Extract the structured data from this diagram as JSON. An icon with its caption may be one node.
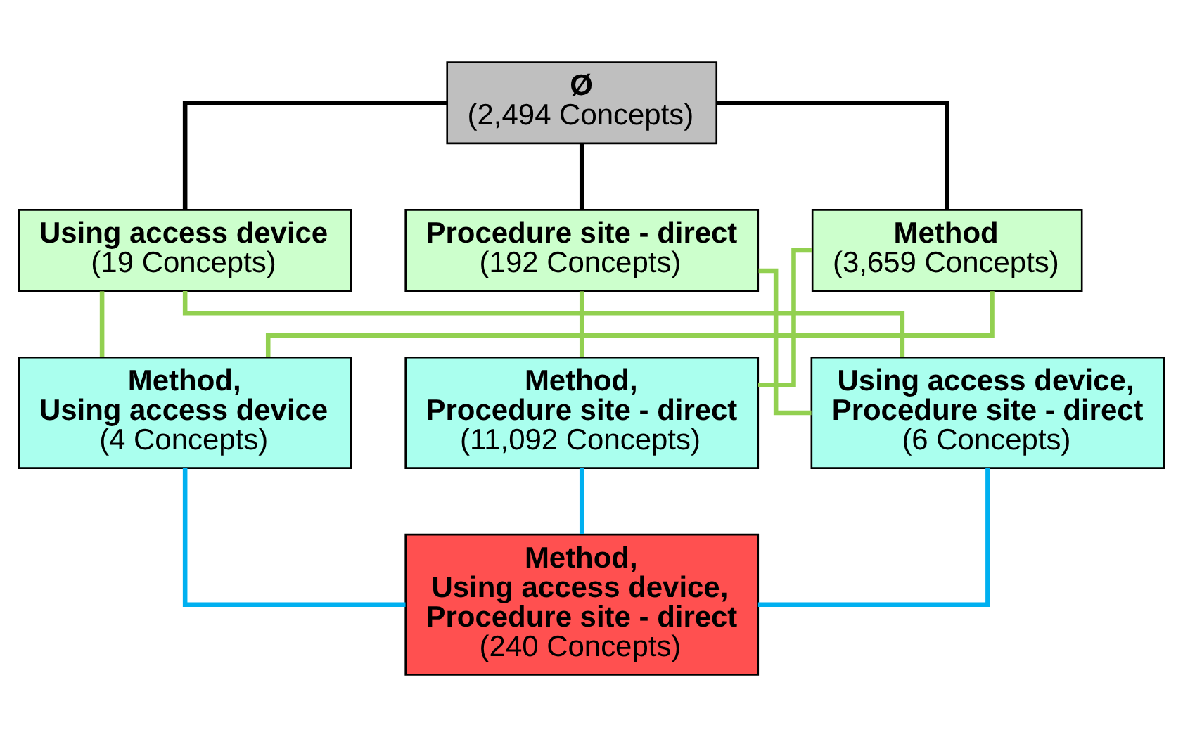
{
  "diagram": {
    "nodes": [
      {
        "text": [
          "Ø",
          "(2,494 Concepts)"
        ]
      },
      {
        "text": [
          "Using access device",
          "(19 Concepts)"
        ]
      },
      {
        "text": [
          "Procedure site - direct",
          "(192 Concepts)"
        ]
      },
      {
        "text": [
          "Method",
          "(3,659 Concepts)"
        ]
      },
      {
        "text": [
          "Method, Using access device",
          "(4 Concepts)"
        ]
      },
      {
        "text": [
          "Method, Procedure site - direct",
          "(11,092 Concepts)"
        ]
      },
      {
        "text": [
          "Using access device, Procedure site - direct",
          "(6 Concepts)"
        ]
      },
      {
        "text": [
          "Method, Using access device, Procedure site - direct",
          "(240 Concepts)"
        ]
      }
    ],
    "edges": [
      {
        "from": 0,
        "to": 1,
        "arrow": "none",
        "color": "#000000"
      },
      {
        "from": 0,
        "to": 2,
        "arrow": "none",
        "color": "#000000"
      },
      {
        "from": 0,
        "to": 3,
        "arrow": "none",
        "color": "#000000"
      },
      {
        "from": 1,
        "to": 4,
        "arrow": "none"
      },
      {
        "from": 3,
        "to": 4,
        "arrow": "none"
      },
      {
        "from": 2,
        "to": 5,
        "arrow": "none"
      },
      {
        "from": 3,
        "to": 5,
        "arrow": "none"
      },
      {
        "from": 1,
        "to": 6,
        "arrow": "none"
      },
      {
        "from": 2,
        "to": 6,
        "arrow": "none"
      },
      {
        "from": 4,
        "to": 7,
        "arrow": "none",
        "color": "#00b0f0"
      },
      {
        "from": 5,
        "to": 7,
        "arrow": "none",
        "color": "#00b0f0"
      },
      {
        "from": 6,
        "to": 7,
        "arrow": "none",
        "color": "#00b0f0"
      }
    ]
  }
}
